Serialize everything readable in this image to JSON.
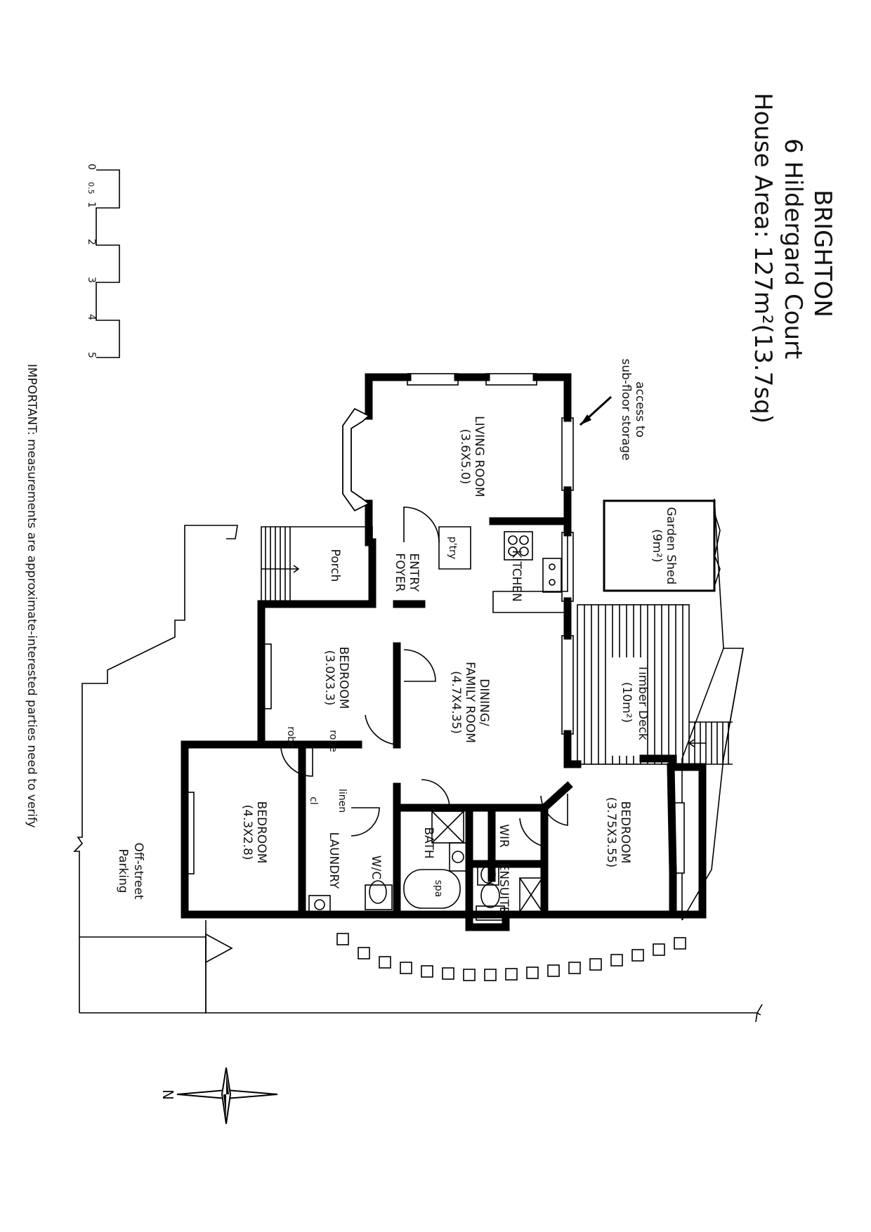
{
  "header": {
    "suburb": "BRIGHTON",
    "address": "6 Hildergard Court",
    "area": "House Area: 127m²(13.7sq)"
  },
  "scale": {
    "ticks": [
      "0",
      "0.5",
      "1",
      "2",
      "3",
      "4",
      "5"
    ]
  },
  "note": "IMPORTANT: measurements are approximate-interested parties need to verify",
  "compass": {
    "label": "N"
  },
  "rooms": {
    "living_title": "LIVING ROOM",
    "living_dim": "(3.6X5.0)",
    "kitchen": "KITCHEN",
    "pantry": "p'try",
    "entry_1": "ENTRY",
    "entry_2": "FOYER",
    "porch": "Porch",
    "dining_1": "DINING/",
    "dining_2": "FAMILY ROOM",
    "dining_3": "(4.7X4.35)",
    "bed1_title": "BEDROOM",
    "bed1_dim": "(3.0X3.3)",
    "bed2_title": "BEDROOM",
    "bed2_dim": "(4.3X2.8)",
    "bed3_title": "BEDROOM",
    "bed3_dim": "(3.75X3.55)",
    "robe_a": "robe",
    "robe_b": "robe",
    "linen": "linen",
    "cl": "cl",
    "laundry": "LAUNDRY",
    "wc": "W/C",
    "bath": "BATH",
    "spa": "spa",
    "wir": "WIR",
    "ensuite": "ENSUITE"
  },
  "outdoor": {
    "shed_1": "Garden Shed",
    "shed_2": "(9m²)",
    "deck_1": "Timber Deck",
    "deck_2": "(10m²)",
    "access_1": "access to",
    "access_2": "sub-floor storage",
    "parking_1": "Off-street",
    "parking_2": "Parking"
  }
}
